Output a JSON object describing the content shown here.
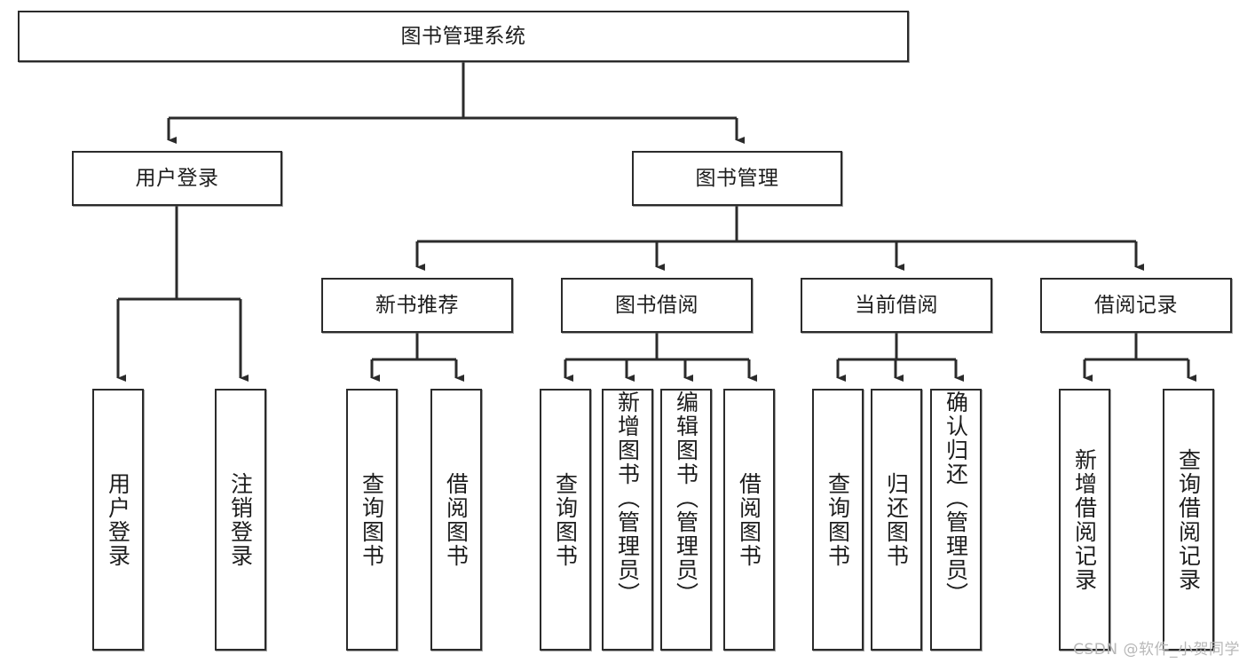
{
  "diagram": {
    "title": "图书管理系统",
    "watermark": "CSDN @软件_小贺同学",
    "colors": {
      "box_border": "#2b2b2b",
      "box_fill": "#ffffff",
      "edge": "#2b2b2b",
      "text": "#1d1d1d",
      "watermark": "#b8b8b8"
    },
    "levels": {
      "root": {
        "label": "图书管理系统"
      },
      "level2": [
        {
          "id": "user-login",
          "label": "用户登录"
        },
        {
          "id": "book-management",
          "label": "图书管理"
        }
      ],
      "level3": [
        {
          "id": "new-book-recommend",
          "label": "新书推荐"
        },
        {
          "id": "book-borrow",
          "label": "图书借阅"
        },
        {
          "id": "current-borrow",
          "label": "当前借阅"
        },
        {
          "id": "borrow-record",
          "label": "借阅记录"
        }
      ],
      "leaves": [
        {
          "id": "leaf-user-login",
          "parent": "user-login",
          "label": "用户登录"
        },
        {
          "id": "leaf-logout-login",
          "parent": "user-login",
          "label": "注销登录"
        },
        {
          "id": "leaf-query-book-1",
          "parent": "new-book-recommend",
          "label": "查询图书"
        },
        {
          "id": "leaf-borrow-book-1",
          "parent": "new-book-recommend",
          "label": "借阅图书"
        },
        {
          "id": "leaf-query-book-2",
          "parent": "book-borrow",
          "label": "查询图书"
        },
        {
          "id": "leaf-add-book",
          "parent": "book-borrow",
          "label": "新增图书（管理员）"
        },
        {
          "id": "leaf-edit-book",
          "parent": "book-borrow",
          "label": "编辑图书（管理员）"
        },
        {
          "id": "leaf-borrow-book-2",
          "parent": "book-borrow",
          "label": "借阅图书"
        },
        {
          "id": "leaf-query-book-3",
          "parent": "current-borrow",
          "label": "查询图书"
        },
        {
          "id": "leaf-return-book",
          "parent": "current-borrow",
          "label": "归还图书"
        },
        {
          "id": "leaf-confirm-return",
          "parent": "current-borrow",
          "label": "确认归还（管理员）"
        },
        {
          "id": "leaf-add-borrow-record",
          "parent": "borrow-record",
          "label": "新增借阅记录"
        },
        {
          "id": "leaf-query-borrow-record",
          "parent": "borrow-record",
          "label": "查询借阅记录"
        }
      ]
    }
  }
}
